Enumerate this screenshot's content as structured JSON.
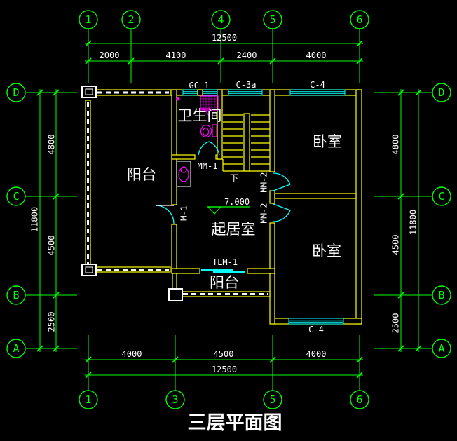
{
  "drawing_title": "三层平面图",
  "colors": {
    "background": "#000000",
    "axis_grid": "#00ff00",
    "walls": "#ffff00",
    "windows_doors": "#00ffff",
    "fixtures": "#ff00ff",
    "text": "#ffffff"
  },
  "axis_bubbles": {
    "top": [
      "1",
      "2",
      "4",
      "5",
      "6"
    ],
    "bottom": [
      "1",
      "3",
      "5",
      "6"
    ],
    "left": [
      "D",
      "C",
      "B",
      "A"
    ],
    "right": [
      "D",
      "C",
      "B",
      "A"
    ]
  },
  "dimensions": {
    "top": {
      "overall": "12500",
      "segments": [
        "2000",
        "4100",
        "2400",
        "4000"
      ]
    },
    "bottom": {
      "overall": "12500",
      "segments": [
        "4000",
        "4500",
        "4000"
      ]
    },
    "left": {
      "overall": "11800",
      "segments": [
        "4800",
        "4500",
        "2500"
      ]
    },
    "right": {
      "overall": "11800",
      "segments": [
        "4800",
        "4500",
        "2500"
      ]
    }
  },
  "rooms": {
    "west_balcony": "阳台",
    "bathroom": "卫生间",
    "north_bedroom": "卧室",
    "south_bedroom": "卧室",
    "living_room": "起居室",
    "south_balcony": "阳台"
  },
  "openings": {
    "window_gc1": "GC-1",
    "window_c3a": "C-3a",
    "window_c4_north": "C-4",
    "window_c4_south": "C-4",
    "door_mm1": "MM-1",
    "door_mm2_north": "MM-2",
    "door_mm2_south": "MM-2",
    "door_m1": "M-1",
    "door_tlm1": "TLM-1"
  },
  "annotations": {
    "floor_level": "7.000",
    "stair_direction": "下"
  }
}
